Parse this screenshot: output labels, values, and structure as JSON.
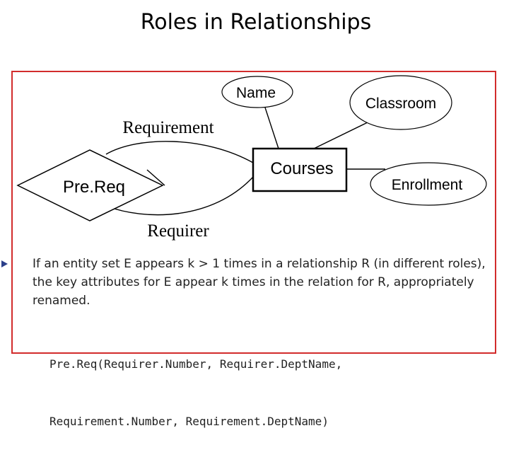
{
  "slide": {
    "title": "Roles in Relationships"
  },
  "diagram": {
    "entity": "Courses",
    "relationship": "Pre.Req",
    "attributes": [
      "Name",
      "Classroom",
      "Enrollment"
    ],
    "roles": [
      "Requirement",
      "Requirer"
    ],
    "colors": {
      "frame": "#d22c2c",
      "bullet": "#2b3f8a",
      "line": "#000000"
    }
  },
  "bullet": {
    "text": "If an entity set E appears k > 1 times in a relationship R (in different roles), the key attributes for E appear k times in the relation for R, appropriately renamed."
  },
  "code": {
    "line1": "Pre.Req(Requirer.Number, Requirer.DeptName,",
    "line2": "Requirement.Number, Requirement.DeptName)"
  }
}
